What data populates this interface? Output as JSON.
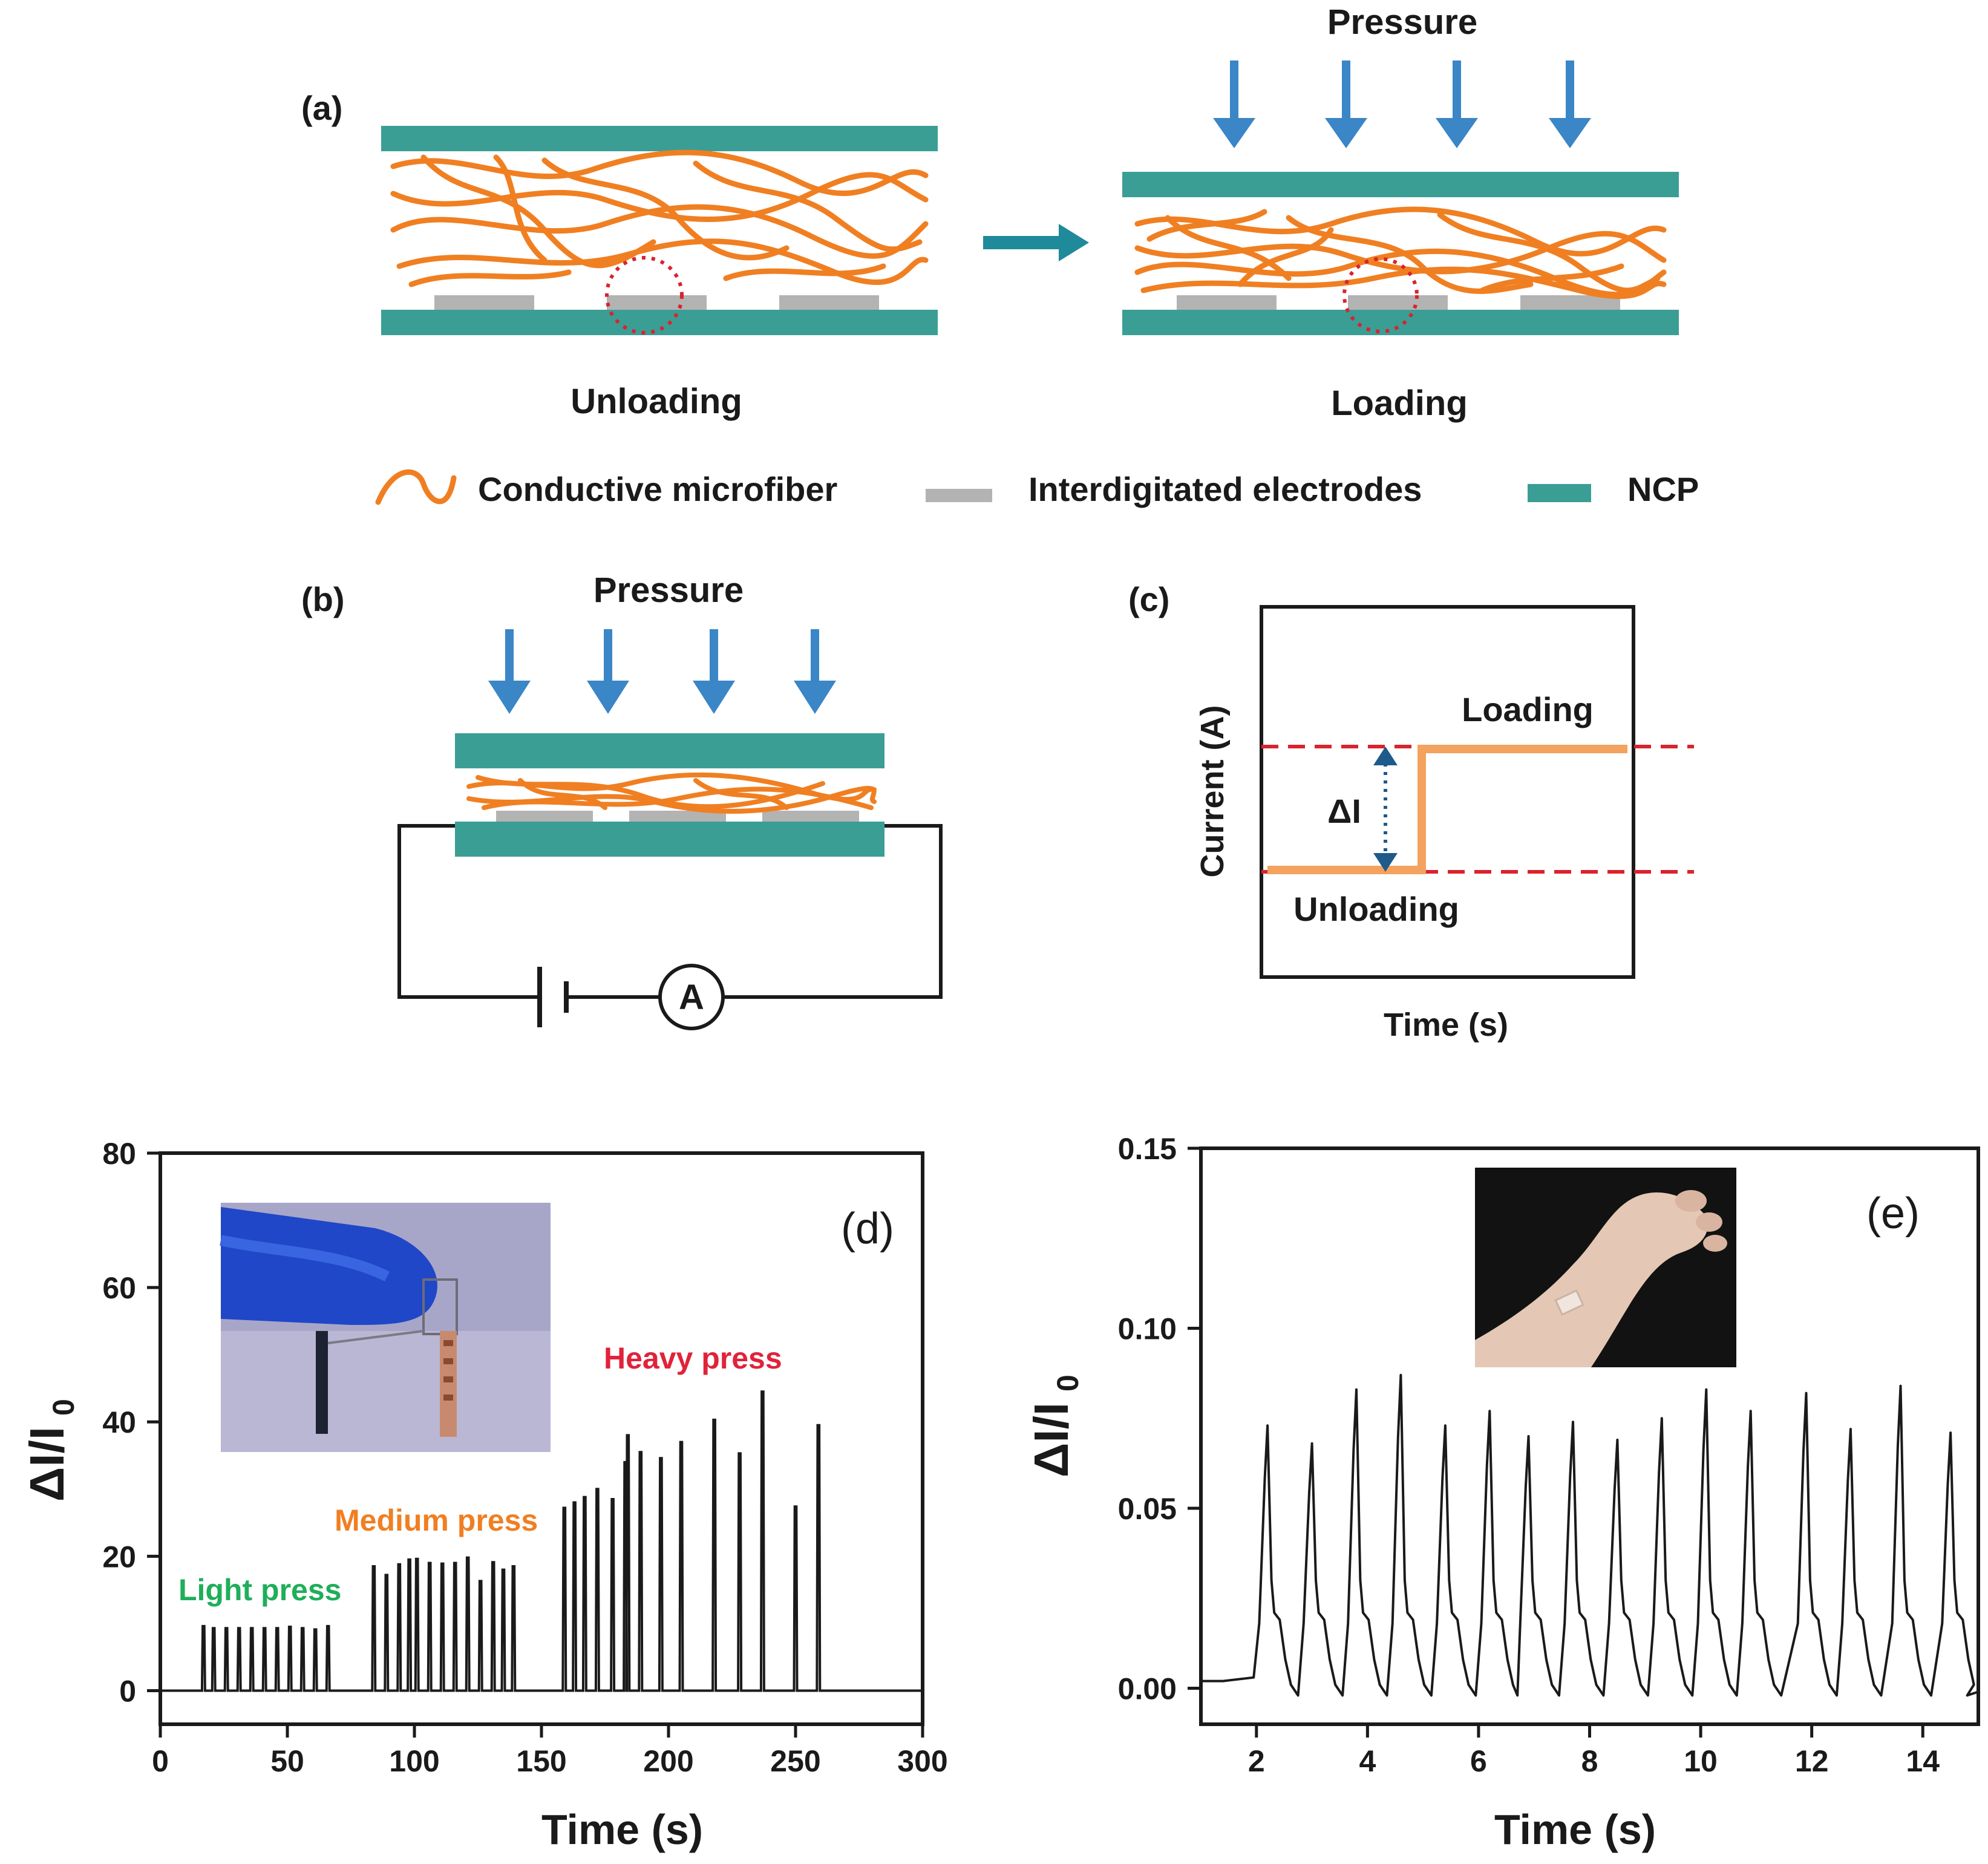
{
  "panel_a": {
    "label": "(a)",
    "pressure": "Pressure",
    "unloading": "Unloading",
    "loading": "Loading",
    "legend": {
      "fiber": "Conductive microfiber",
      "electrodes": "Interdigitated electrodes",
      "ncp": "NCP"
    }
  },
  "panel_b": {
    "label": "(b)",
    "pressure": "Pressure",
    "ammeter": "A"
  },
  "panel_c": {
    "label": "(c)",
    "ylabel": "Current (A)",
    "xlabel": "Time (s)",
    "loading": "Loading",
    "unloading": "Unloading",
    "delta": "ΔI"
  },
  "colors": {
    "fiber": "#f07f22",
    "ncp": "#3b9e95",
    "electrode": "#b3b3b3",
    "arrow_blue": "#3a86c6",
    "dashed_red": "#d9232d",
    "light_press": "#1fae5a",
    "medium_press": "#f07f22",
    "heavy_press": "#e0233a"
  },
  "chart_data": [
    {
      "panel": "(d)",
      "type": "line",
      "xlabel": "Time (s)",
      "ylabel": "ΔI/I0",
      "xlim": [
        0,
        300
      ],
      "ylim": [
        -5,
        80
      ],
      "xticks": [
        0,
        50,
        100,
        150,
        200,
        250,
        300
      ],
      "yticks": [
        0,
        20,
        40,
        60,
        80
      ],
      "annotations": [
        "Light press",
        "Medium press",
        "Heavy press"
      ],
      "peaks": [
        {
          "x": 17,
          "y": 9.6
        },
        {
          "x": 21,
          "y": 9.3
        },
        {
          "x": 26,
          "y": 9.3
        },
        {
          "x": 31,
          "y": 9.3
        },
        {
          "x": 36,
          "y": 9.3
        },
        {
          "x": 41,
          "y": 9.3
        },
        {
          "x": 46,
          "y": 9.3
        },
        {
          "x": 51,
          "y": 9.5
        },
        {
          "x": 56,
          "y": 9.3
        },
        {
          "x": 61,
          "y": 9.1
        },
        {
          "x": 66,
          "y": 9.6
        },
        {
          "x": 84,
          "y": 18.5
        },
        {
          "x": 89,
          "y": 17.2
        },
        {
          "x": 94,
          "y": 18.8
        },
        {
          "x": 98,
          "y": 19.5
        },
        {
          "x": 101,
          "y": 19.6
        },
        {
          "x": 106,
          "y": 19.0
        },
        {
          "x": 111,
          "y": 18.9
        },
        {
          "x": 116,
          "y": 19.0
        },
        {
          "x": 121,
          "y": 19.8
        },
        {
          "x": 126,
          "y": 16.3
        },
        {
          "x": 131,
          "y": 19.1
        },
        {
          "x": 135,
          "y": 18.0
        },
        {
          "x": 139,
          "y": 18.5
        },
        {
          "x": 159,
          "y": 27.2
        },
        {
          "x": 163,
          "y": 28.0
        },
        {
          "x": 167,
          "y": 28.8
        },
        {
          "x": 172,
          "y": 30.0
        },
        {
          "x": 178,
          "y": 28.5
        },
        {
          "x": 183,
          "y": 34.0
        },
        {
          "x": 184,
          "y": 38.0
        },
        {
          "x": 189,
          "y": 35.5
        },
        {
          "x": 197,
          "y": 34.6
        },
        {
          "x": 205,
          "y": 37.0
        },
        {
          "x": 218,
          "y": 40.3
        },
        {
          "x": 228,
          "y": 35.3
        },
        {
          "x": 237,
          "y": 44.5
        },
        {
          "x": 250,
          "y": 27.4
        },
        {
          "x": 259,
          "y": 39.5
        }
      ]
    },
    {
      "panel": "(e)",
      "type": "line",
      "xlabel": "Time (s)",
      "ylabel": "ΔI/I0",
      "xlim": [
        1.0,
        15.0
      ],
      "ylim": [
        -0.01,
        0.15
      ],
      "xticks": [
        2,
        4,
        6,
        8,
        10,
        12,
        14
      ],
      "yticks": [
        "0.00",
        "0.05",
        "0.10",
        "0.15"
      ],
      "peaks": [
        {
          "x": 2.2,
          "y": 0.073
        },
        {
          "x": 3.0,
          "y": 0.068
        },
        {
          "x": 3.8,
          "y": 0.083
        },
        {
          "x": 4.6,
          "y": 0.087
        },
        {
          "x": 5.4,
          "y": 0.073
        },
        {
          "x": 6.2,
          "y": 0.077
        },
        {
          "x": 6.9,
          "y": 0.07
        },
        {
          "x": 7.7,
          "y": 0.074
        },
        {
          "x": 8.5,
          "y": 0.069
        },
        {
          "x": 9.3,
          "y": 0.075
        },
        {
          "x": 10.1,
          "y": 0.083
        },
        {
          "x": 10.9,
          "y": 0.077
        },
        {
          "x": 11.9,
          "y": 0.082
        },
        {
          "x": 12.7,
          "y": 0.072
        },
        {
          "x": 13.6,
          "y": 0.084
        },
        {
          "x": 14.5,
          "y": 0.071
        }
      ],
      "baseline_start": 0.002,
      "trough": -0.002
    }
  ]
}
